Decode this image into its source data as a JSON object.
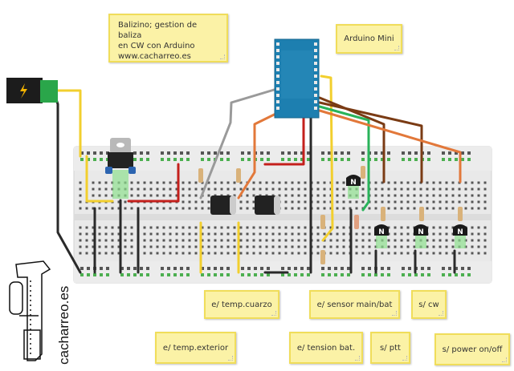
{
  "title_note": {
    "text": "Balizino; gestion de baliza\nen CW con Arduino\nwww.cacharreo.es"
  },
  "board_note": {
    "text": "Arduino Mini"
  },
  "labels": {
    "temp_cuarzo": "e/ temp.cuarzo",
    "sensor_main_bat": "e/ sensor main/bat",
    "cw": "s/ cw",
    "temp_exterior": "e/ temp.exterior",
    "tension_bat": "e/ tension bat.",
    "ptt": "s/ ptt",
    "power_on_off": "s/ power on/off"
  },
  "logo": {
    "text": "cacharreo.es"
  },
  "components": {
    "dc_jack": {
      "icon": "lightning-bolt",
      "icon_color": "#f5b400"
    },
    "regulator": {
      "type": "voltage-regulator"
    },
    "temp_sensors": 2,
    "npn_transistors": [
      {
        "mark": "N"
      },
      {
        "mark": "N"
      },
      {
        "mark": "N"
      },
      {
        "mark": "N"
      }
    ]
  },
  "wire_colors": {
    "yellow": "#f2cf2e",
    "red": "#c4201c",
    "black": "#2a2a2a",
    "gray": "#9a9a9a",
    "orange": "#e2783a",
    "brown": "#7a3b14",
    "green": "#29b35a"
  }
}
